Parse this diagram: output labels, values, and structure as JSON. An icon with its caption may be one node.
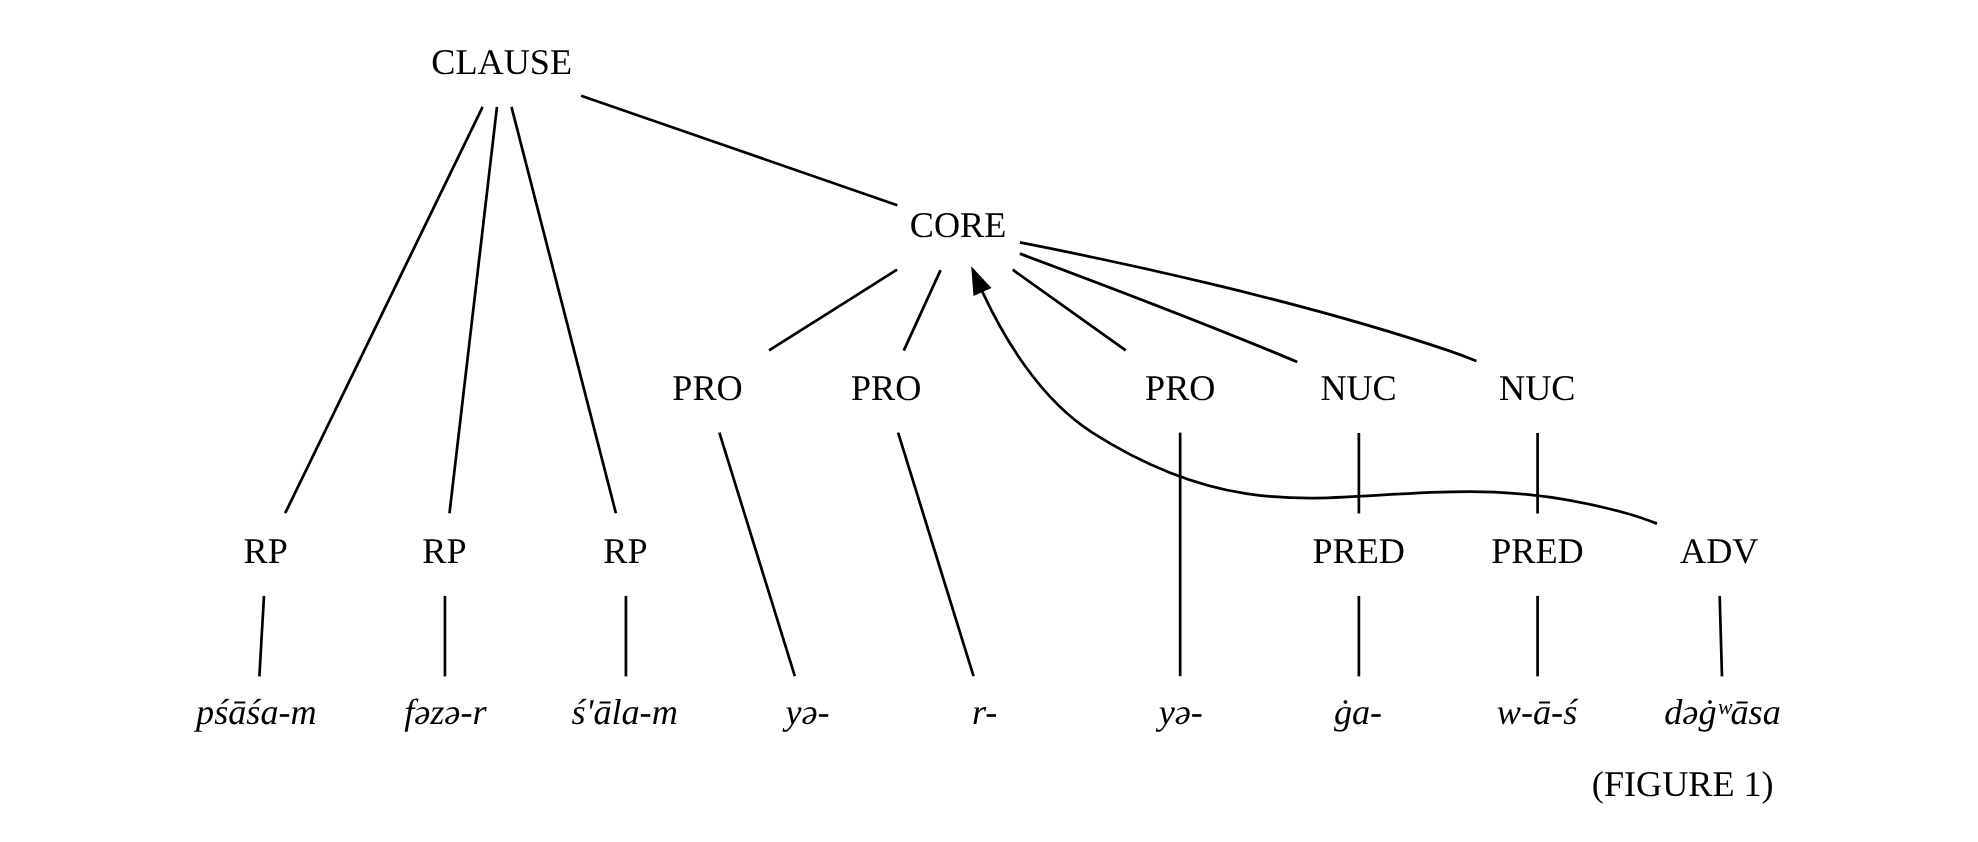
{
  "diagram": {
    "caption": "(FIGURE 1)",
    "nodes": [
      {
        "text": [
          "CLAUSE"
        ]
      },
      {
        "text": [
          "CORE"
        ]
      },
      {
        "text": [
          "PRO"
        ]
      },
      {
        "text": [
          "PRO"
        ]
      },
      {
        "text": [
          "PRO"
        ]
      },
      {
        "text": [
          "NUC"
        ]
      },
      {
        "text": [
          "NUC"
        ]
      },
      {
        "text": [
          "RP"
        ]
      },
      {
        "text": [
          "RP"
        ]
      },
      {
        "text": [
          "RP"
        ]
      },
      {
        "text": [
          "PRED"
        ]
      },
      {
        "text": [
          "PRED"
        ]
      },
      {
        "text": [
          "ADV"
        ]
      },
      {
        "text": [
          "pśāśa-m"
        ]
      },
      {
        "text": [
          "fəzə-r"
        ]
      },
      {
        "text": [
          "ś'āla-m"
        ]
      },
      {
        "text": [
          "yə-"
        ]
      },
      {
        "text": [
          "r-"
        ]
      },
      {
        "text": [
          "yə-"
        ]
      },
      {
        "text": [
          "ġa-"
        ]
      },
      {
        "text": [
          "w-ā-ś"
        ]
      },
      {
        "text": [
          "dəġʷāsa"
        ]
      }
    ],
    "edges": [
      {
        "from": 0,
        "to": 7,
        "arrow": "none"
      },
      {
        "from": 0,
        "to": 8,
        "arrow": "none"
      },
      {
        "from": 0,
        "to": 9,
        "arrow": "none"
      },
      {
        "from": 0,
        "to": 1,
        "arrow": "none"
      },
      {
        "from": 1,
        "to": 2,
        "arrow": "none"
      },
      {
        "from": 1,
        "to": 3,
        "arrow": "none"
      },
      {
        "from": 1,
        "to": 4,
        "arrow": "none"
      },
      {
        "from": 1,
        "to": 5,
        "arrow": "none"
      },
      {
        "from": 1,
        "to": 6,
        "arrow": "none"
      },
      {
        "from": 7,
        "to": 13,
        "arrow": "none"
      },
      {
        "from": 8,
        "to": 14,
        "arrow": "none"
      },
      {
        "from": 9,
        "to": 15,
        "arrow": "none"
      },
      {
        "from": 2,
        "to": 16,
        "arrow": "none"
      },
      {
        "from": 3,
        "to": 17,
        "arrow": "none"
      },
      {
        "from": 4,
        "to": 18,
        "arrow": "none"
      },
      {
        "from": 5,
        "to": 10,
        "arrow": "none"
      },
      {
        "from": 10,
        "to": 19,
        "arrow": "none"
      },
      {
        "from": 6,
        "to": 11,
        "arrow": "none"
      },
      {
        "from": 11,
        "to": 20,
        "arrow": "none"
      },
      {
        "from": 12,
        "to": 21,
        "arrow": "none"
      },
      {
        "from": 12,
        "to": 1,
        "arrow": "to"
      }
    ]
  }
}
